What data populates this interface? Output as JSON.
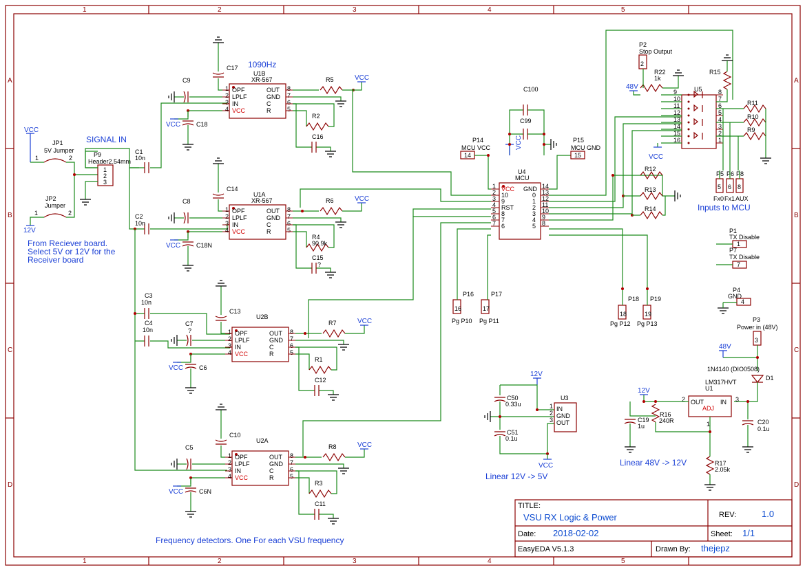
{
  "ruler": {
    "cols": [
      "1",
      "2",
      "3",
      "4",
      "5"
    ],
    "rows": [
      "A",
      "B",
      "C",
      "D"
    ]
  },
  "title_block": {
    "title_label": "TITLE:",
    "title": "VSU RX Logic & Power",
    "rev_label": "REV:",
    "rev": "1.0",
    "date_label": "Date:",
    "date": "2018-02-02",
    "sheet_label": "Sheet:",
    "sheet": "1/1",
    "tool": "EasyEDA V5.1.3",
    "drawn_label": "Drawn By:",
    "drawn_by": "thejepz"
  },
  "notes": {
    "signal_in": "SIGNAL IN",
    "receiver_1": "From Reciever board.",
    "receiver_2": "Select 5V or 12V for the",
    "receiver_3": "Receiver board",
    "freq_detectors": "Frequency detectors. One For each VSU frequency",
    "inputs_to_mcu": "Inputs to MCU",
    "linear_5v": "Linear 12V -> 5V",
    "linear_12v": "Linear 48V -> 12V",
    "freq_1090": "1090Hz"
  },
  "power": {
    "vcc": "VCC",
    "v12": "12V",
    "v48": "48V"
  },
  "detectors": [
    {
      "ref": "U1B",
      "part": "XR-567"
    },
    {
      "ref": "U1A",
      "part": "XR-567"
    },
    {
      "ref": "U2B",
      "part": ""
    },
    {
      "ref": "U2A",
      "part": ""
    }
  ],
  "detector_pins_left": [
    "OPF",
    "LPLF",
    "IN",
    "VCC"
  ],
  "detector_pins_left_num": [
    "1",
    "2",
    "3",
    "4"
  ],
  "detector_pins_right": [
    "OUT",
    "GND",
    "C",
    "R"
  ],
  "detector_pins_right_num": [
    "8",
    "7",
    "6",
    "5"
  ],
  "mcu": {
    "ref": "U4",
    "name": "MCU",
    "left_pins": [
      [
        "1",
        "VCC"
      ],
      [
        "2",
        "10"
      ],
      [
        "3",
        "9"
      ],
      [
        "4",
        "RST"
      ],
      [
        "5",
        "8"
      ],
      [
        "6",
        "7"
      ],
      [
        "7",
        "6"
      ]
    ],
    "right_pins": [
      [
        "14",
        "GND"
      ],
      [
        "13",
        "0"
      ],
      [
        "12",
        "1"
      ],
      [
        "11",
        "2"
      ],
      [
        "10",
        "3"
      ],
      [
        "9",
        "4"
      ],
      [
        "8",
        "5"
      ]
    ]
  },
  "opto": {
    "ref": "U5",
    "pins_left": [
      "9",
      "10",
      "11",
      "12",
      "13",
      "14",
      "15",
      "16"
    ],
    "pins_right": [
      "8",
      "7",
      "6",
      "5",
      "4",
      "3",
      "2",
      "1"
    ]
  },
  "reg5": {
    "ref": "U3",
    "pins": [
      "IN",
      "GND",
      "OUT"
    ],
    "nums": [
      "1",
      "2",
      "3"
    ]
  },
  "reg12": {
    "ref": "U1",
    "part": "LM317HVT",
    "out": "OUT",
    "in": "IN",
    "adj": "ADJ",
    "pin_out": "2",
    "pin_in": "3",
    "pin_adj": "1"
  },
  "labels": {
    "C17": "C17",
    "C18": "C18",
    "C9": "C9",
    "C16": "C16",
    "C14": "C14",
    "C8": "C8",
    "C18N": "C18N",
    "C15": "C15",
    "C15v": "?",
    "C13": "C13",
    "C7": "C7",
    "C7v": "?",
    "C6": "C6",
    "C12": "C12",
    "C10": "C10",
    "C5": "C5",
    "C6N": "C6N",
    "C11": "C11",
    "C1": "C1",
    "C1v": "10n",
    "C2": "C2",
    "C2v": "10n",
    "C3": "C3",
    "C3v": "10n",
    "C4": "C4",
    "C4v": "10n",
    "C100": "C100",
    "C99": "C99",
    "C50": "C50",
    "C50v": "0.33u",
    "C51": "C51",
    "C51v": "0.1u",
    "C19": "C19",
    "C19v": "1u",
    "C20": "C20",
    "C20v": "0.1u",
    "R1": "R1",
    "R2": "R2",
    "R3": "R3",
    "R4": "R4",
    "R4v": "90.9k",
    "R5": "R5",
    "R6": "R6",
    "R7": "R7",
    "R8": "R8",
    "R9": "R9",
    "R10": "R10",
    "R11": "R11",
    "R12": "R12",
    "R13": "R13",
    "R14": "R14",
    "R15": "R15",
    "R16": "R16",
    "R16v": "240R",
    "R17": "R17",
    "R17v": "2.05k",
    "R22": "R22",
    "R22v": "1k",
    "JP1": "JP1",
    "JP1v": "5V Jumper",
    "JP2": "JP2",
    "JP2v": "Jumper",
    "P9": "P9",
    "P9v": "Header2.54mm",
    "P1": "P1",
    "P1v": "TX Disable",
    "P1n": "1",
    "P7": "P7",
    "P7v": "TX Disable",
    "P7n": "7",
    "P4": "P4",
    "P4v": "GND",
    "P4n": "4",
    "P3": "P3",
    "P3v": "Power in (48V)",
    "P3n": "3",
    "P2": "P2",
    "P2v": "Stop Output",
    "P2n": "2",
    "P14": "P14",
    "P14v": "MCU VCC",
    "P14n": "14",
    "P15": "P15",
    "P15v": "MCU GND",
    "P15n": "15",
    "P16": "P16",
    "P16v": "Pg P10",
    "P16n": "16",
    "P17": "P17",
    "P17v": "Pg P11",
    "P17n": "17",
    "P18": "P18",
    "P18v": "Pg P12",
    "P18n": "18",
    "P19": "P19",
    "P19v": "Pg P13",
    "P19n": "19",
    "P5": "P5",
    "P5v": "Fx0",
    "P5n": "5",
    "P6": "P6",
    "P6v": "Fx1",
    "P6n": "6",
    "P8": "P8",
    "P8v": "AUX",
    "P8n": "8",
    "D1": "D1",
    "D1v": "1N4140 (DIO0508)"
  },
  "colors": {
    "frame": "#8b0000",
    "wire": "#1a8a1a",
    "text": "#1a3fd6",
    "pinred": "#d00000"
  }
}
